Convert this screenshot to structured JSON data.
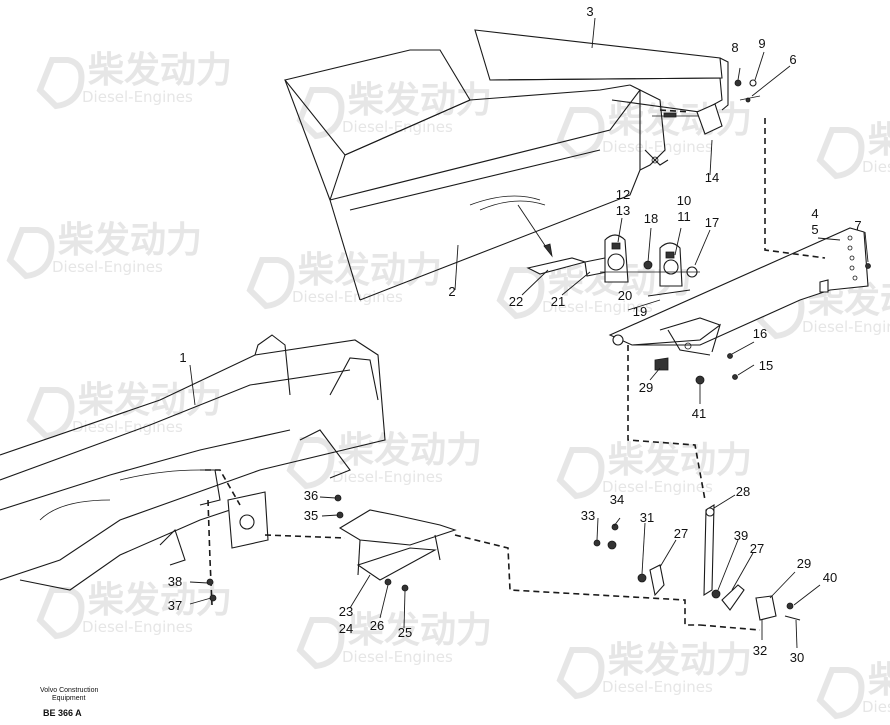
{
  "watermark": {
    "brand": "柴发动力",
    "sub": "Diesel-Engines"
  },
  "footer": {
    "company_line1": "Volvo Construction",
    "company_line2": "Equipment",
    "drawing_code": "BE 366 A"
  },
  "part_labels": [
    "1",
    "2",
    "3",
    "4",
    "5",
    "6",
    "7",
    "8",
    "9",
    "10",
    "11",
    "12",
    "13",
    "14",
    "15",
    "16",
    "17",
    "18",
    "19",
    "20",
    "21",
    "22",
    "23",
    "24",
    "25",
    "26",
    "27",
    "27",
    "28",
    "29",
    "29",
    "30",
    "31",
    "32",
    "33",
    "34",
    "35",
    "36",
    "37",
    "38",
    "39",
    "40",
    "41"
  ]
}
